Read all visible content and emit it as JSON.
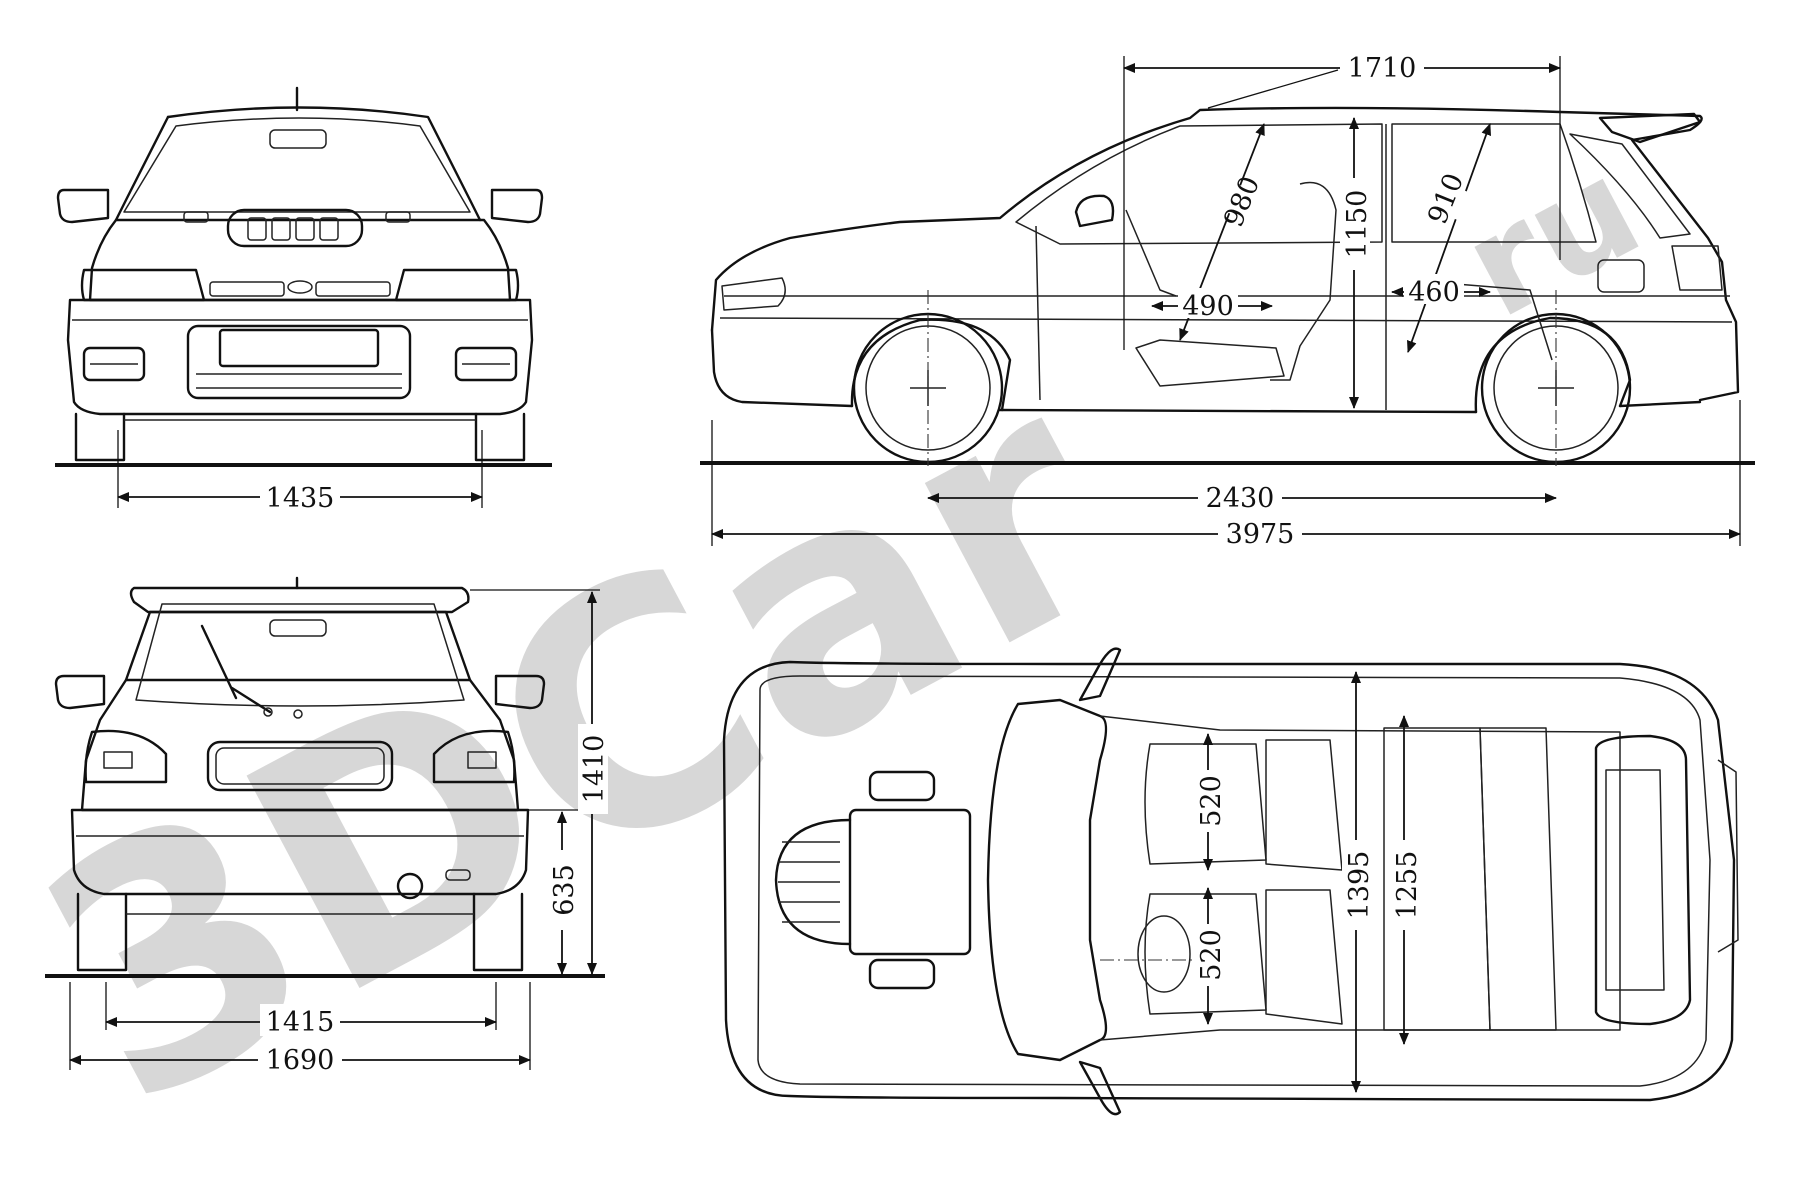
{
  "watermark": {
    "main": "3DCar",
    "tld": "ru"
  },
  "views": {
    "front": {
      "track": "1435"
    },
    "rear": {
      "track": "1415",
      "width": "1690",
      "height": "1410",
      "sill_height": "635"
    },
    "side": {
      "roof_length": "1710",
      "front_headroom": "980",
      "interior_height": "1150",
      "rear_headroom": "910",
      "front_legroom": "490",
      "rear_legroom": "460",
      "wheelbase": "2430",
      "length": "3975"
    },
    "top": {
      "front_seat_width_left": "520",
      "front_seat_width_right": "520",
      "cabin_width": "1395",
      "rear_cabin_width": "1255"
    }
  },
  "colors": {
    "ink": "#111111",
    "paper": "#ffffff",
    "watermark": "#c8c8c8"
  }
}
